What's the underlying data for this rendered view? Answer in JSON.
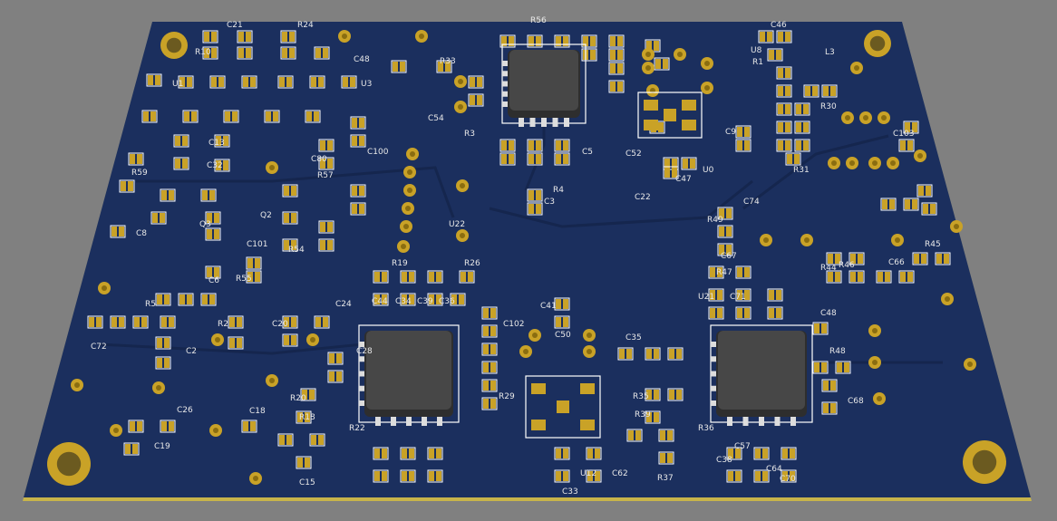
{
  "view": {
    "title": "PCB 3D view"
  },
  "colors": {
    "background": "#808080",
    "board": "#1b2f5e",
    "board_edge": "#c8b44a",
    "pad": "#c9a227",
    "silk": "#ffffff",
    "chip": "#3f3f3f"
  },
  "labels": [
    "C21",
    "R24",
    "R10",
    "C48",
    "R33",
    "C54",
    "U1",
    "U3",
    "U8",
    "C46",
    "L3",
    "C13",
    "R59",
    "C32",
    "R57",
    "C80",
    "C100",
    "R3",
    "C5",
    "R4",
    "C3",
    "C6",
    "R5",
    "R2",
    "C20",
    "C24",
    "C26",
    "C18",
    "C19",
    "C15",
    "R18",
    "R20",
    "R22",
    "C28",
    "R19",
    "R26",
    "C44",
    "C34",
    "C39",
    "C36",
    "C41",
    "C50",
    "C102",
    "R29",
    "C35",
    "R35",
    "R39",
    "R37",
    "R36",
    "C57",
    "C38",
    "C64",
    "C70",
    "C48",
    "R48",
    "C68",
    "C66",
    "R45",
    "R46",
    "R44",
    "C67",
    "R47",
    "R49",
    "C74",
    "U22",
    "U21",
    "C71",
    "C72",
    "C2",
    "C8",
    "C101",
    "Q2",
    "Q3",
    "R55",
    "R54",
    "R56",
    "R30",
    "R31",
    "C33",
    "C62",
    "U12",
    "C103",
    "C52",
    "R1",
    "C9",
    "U0",
    "C47",
    "C22"
  ]
}
